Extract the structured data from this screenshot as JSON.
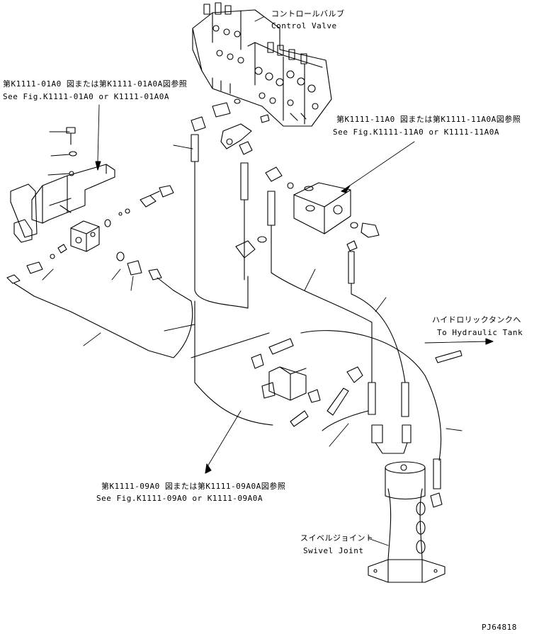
{
  "labels": {
    "control_valve_jp": "コントロールバルブ",
    "control_valve_en": "Control Valve",
    "ref1_jp": "第K1111-01A0 図または第K1111-01A0A図参照",
    "ref1_en": "See Fig.K1111-01A0 or K1111-01A0A",
    "ref2_jp": "第K1111-11A0 図または第K1111-11A0A図参照",
    "ref2_en": "See Fig.K1111-11A0 or K1111-11A0A",
    "ref3_jp": "第K1111-09A0 図または第K1111-09A0A図参照",
    "ref3_en": "See Fig.K1111-09A0 or K1111-09A0A",
    "tank_jp": "ハイドロリックタンクへ",
    "tank_en": "To Hydraulic Tank",
    "swivel_jp": "スイベルジョイント",
    "swivel_en": "Swivel Joint",
    "drawing_no": "PJ64818"
  }
}
